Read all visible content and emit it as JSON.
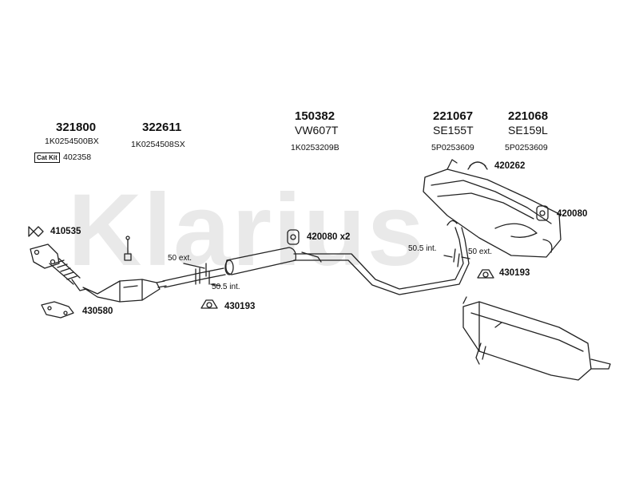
{
  "watermark": "Klarius",
  "parts": [
    {
      "number": "321800",
      "oem": "1K0254500BX"
    },
    {
      "number": "322611",
      "oem": "1K0254508SX"
    },
    {
      "number": "150382",
      "ref": "VW607T",
      "oem": "1K0253209B"
    },
    {
      "number": "221067",
      "ref": "SE155T",
      "oem": "5P0253609"
    },
    {
      "number": "221068",
      "ref": "SE159L",
      "oem": "5P0253609"
    }
  ],
  "cat_kit": {
    "badge": "Cat Kit",
    "number": "402358"
  },
  "labels": {
    "l410535": "410535",
    "l430580": "430580",
    "l430193a": "430193",
    "l420080x2": "420080 x2",
    "l420262": "420262",
    "l420080": "420080",
    "l430193b": "430193"
  },
  "dimensions": {
    "d1_ext": "50 ext.",
    "d1_int": "50.5 int.",
    "d2_int": "50.5 int.",
    "d2_ext": "50 ext."
  }
}
